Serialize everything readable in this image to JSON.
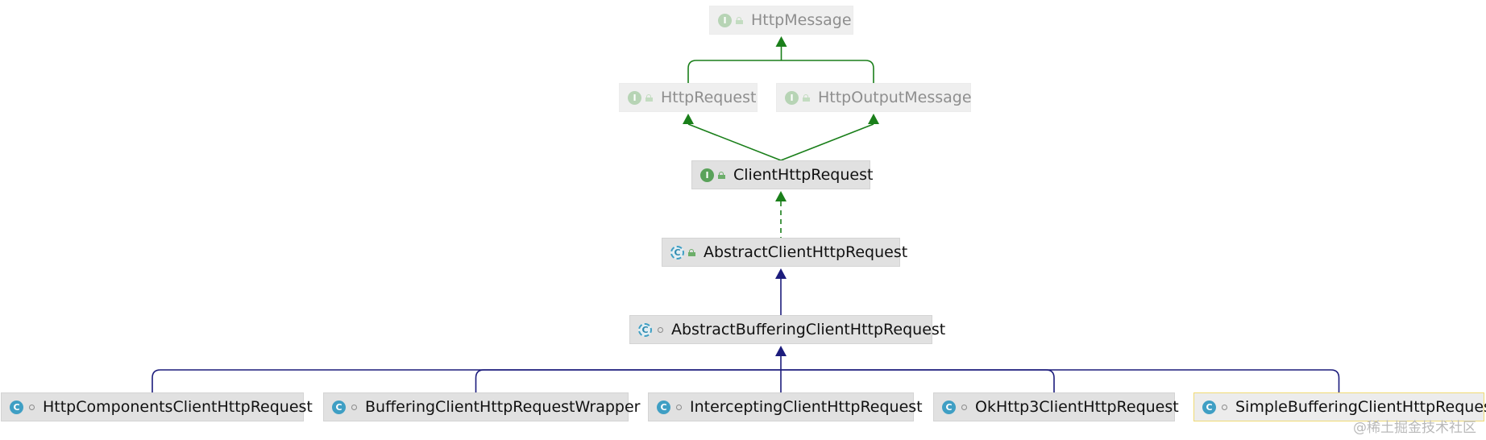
{
  "diagram": {
    "colors": {
      "interface_edge": "#1a7f1a",
      "class_edge": "#1c1c7c",
      "highlight_border": "#f0da75"
    },
    "nodes": [
      {
        "id": "HttpMessage",
        "label": "HttpMessage",
        "kind": "interface",
        "faded": true,
        "modifier": "lock"
      },
      {
        "id": "HttpRequest",
        "label": "HttpRequest",
        "kind": "interface",
        "faded": true,
        "modifier": "lock"
      },
      {
        "id": "HttpOutputMessage",
        "label": "HttpOutputMessage",
        "kind": "interface",
        "faded": true,
        "modifier": "lock"
      },
      {
        "id": "ClientHttpRequest",
        "label": "ClientHttpRequest",
        "kind": "interface",
        "faded": false,
        "modifier": "lock"
      },
      {
        "id": "AbstractClientHttpRequest",
        "label": "AbstractClientHttpRequest",
        "kind": "abstract-class",
        "faded": false,
        "modifier": "lock"
      },
      {
        "id": "AbstractBufferingClientHttpRequest",
        "label": "AbstractBufferingClientHttpRequest",
        "kind": "abstract-class",
        "faded": false,
        "modifier": "dot"
      },
      {
        "id": "HttpComponentsClientHttpRequest",
        "label": "HttpComponentsClientHttpRequest",
        "kind": "class",
        "faded": false,
        "modifier": "dot"
      },
      {
        "id": "BufferingClientHttpRequestWrapper",
        "label": "BufferingClientHttpRequestWrapper",
        "kind": "class",
        "faded": false,
        "modifier": "dot"
      },
      {
        "id": "InterceptingClientHttpRequest",
        "label": "InterceptingClientHttpRequest",
        "kind": "class",
        "faded": false,
        "modifier": "dot"
      },
      {
        "id": "OkHttp3ClientHttpRequest",
        "label": "OkHttp3ClientHttpRequest",
        "kind": "class",
        "faded": false,
        "modifier": "dot"
      },
      {
        "id": "SimpleBufferingClientHttpRequest",
        "label": "SimpleBufferingClientHttpRequest",
        "kind": "class",
        "faded": false,
        "modifier": "dot",
        "highlighted": true
      }
    ],
    "edges": [
      {
        "from": "HttpRequest",
        "to": "HttpMessage",
        "type": "extends-interface"
      },
      {
        "from": "HttpOutputMessage",
        "to": "HttpMessage",
        "type": "extends-interface"
      },
      {
        "from": "ClientHttpRequest",
        "to": "HttpRequest",
        "type": "extends-interface"
      },
      {
        "from": "ClientHttpRequest",
        "to": "HttpOutputMessage",
        "type": "extends-interface"
      },
      {
        "from": "AbstractClientHttpRequest",
        "to": "ClientHttpRequest",
        "type": "implements"
      },
      {
        "from": "AbstractBufferingClientHttpRequest",
        "to": "AbstractClientHttpRequest",
        "type": "extends-class"
      },
      {
        "from": "HttpComponentsClientHttpRequest",
        "to": "AbstractBufferingClientHttpRequest",
        "type": "extends-class"
      },
      {
        "from": "BufferingClientHttpRequestWrapper",
        "to": "AbstractBufferingClientHttpRequest",
        "type": "extends-class"
      },
      {
        "from": "InterceptingClientHttpRequest",
        "to": "AbstractBufferingClientHttpRequest",
        "type": "extends-class"
      },
      {
        "from": "OkHttp3ClientHttpRequest",
        "to": "AbstractBufferingClientHttpRequest",
        "type": "extends-class"
      },
      {
        "from": "SimpleBufferingClientHttpRequest",
        "to": "AbstractBufferingClientHttpRequest",
        "type": "extends-class"
      }
    ]
  },
  "watermark": "@稀土掘金技术社区"
}
